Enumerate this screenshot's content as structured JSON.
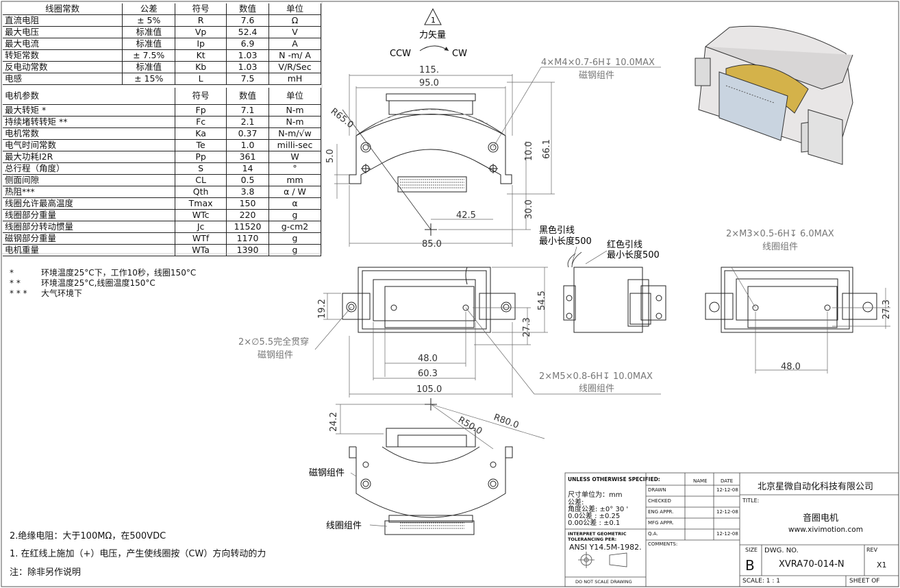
{
  "coil_constants": {
    "header": [
      "线圈常数",
      "公差",
      "符号",
      "数值",
      "单位"
    ],
    "rows": [
      [
        "直流电阻",
        "± 5%",
        "R",
        "7.6",
        "Ω"
      ],
      [
        "最大电压",
        "标准值",
        "Vp",
        "52.4",
        "V"
      ],
      [
        "最大电流",
        "标准值",
        "Ip",
        "6.9",
        "A"
      ],
      [
        "转矩常数",
        "± 7.5%",
        "Kt",
        "1.03",
        "N -m/ A"
      ],
      [
        "反电动常数",
        "标准值",
        "Kb",
        "1.03",
        "V/R/Sec"
      ],
      [
        "电感",
        "± 15%",
        "L",
        "7.5",
        "mH"
      ]
    ]
  },
  "motor_params": {
    "header": [
      "电机参数",
      "符号",
      "数值",
      "单位"
    ],
    "rows": [
      [
        "最大转矩 *",
        "Fp",
        "7.1",
        "N-m"
      ],
      [
        "持续堵转转矩 **",
        "Fc",
        "2.1",
        "N-m"
      ],
      [
        "电机常数",
        "Ka",
        "0.37",
        "N-m/√w"
      ],
      [
        "电气时间常数",
        "Te",
        "1.0",
        "milli-sec"
      ],
      [
        "最大功耗I2R",
        "Pp",
        "361",
        "W"
      ],
      [
        "总行程（角度）",
        "S",
        "14",
        "°"
      ],
      [
        "侧面间隙",
        "CL",
        "0.5",
        "mm"
      ],
      [
        "热阻***",
        "Qth",
        "3.8",
        "α / W"
      ],
      [
        "线圈允许最高温度",
        "Tmax",
        "150",
        "α"
      ],
      [
        "线圈部分重量",
        "WTc",
        "220",
        "g"
      ],
      [
        "线圈部分转动惯量",
        "Jc",
        "11520",
        "g-cm2"
      ],
      [
        "磁钢部分重量",
        "WTf",
        "1170",
        "g"
      ],
      [
        "电机重量",
        "WTa",
        "1390",
        "g"
      ]
    ]
  },
  "footnotes": [
    {
      "mark": "*",
      "text": "环境温度25°C下，工作10秒，线圈150°C"
    },
    {
      "mark": "* *",
      "text": "环境温度25°C,线圈温度150°C"
    },
    {
      "mark": "* * *",
      "text": "大气环境下"
    }
  ],
  "bottom_notes": [
    "2.绝缘电阻：大于100MΩ，在500VDC",
    "1. 在红线上施加（+）电压，产生使线圈按（CW）方向转动的力",
    "注：除非另作说明"
  ],
  "drawing": {
    "force_label": "力矢量",
    "triangle_num": "1",
    "ccw": "CCW",
    "cw": "CW",
    "d115": "115.",
    "d95": "95.0",
    "r65": "R65.0",
    "d5": "5.0",
    "d10": "10.0",
    "d66": "66.1",
    "d30": "30.0",
    "d42": "42.5",
    "d85": "85.0",
    "hole1": "4×M4×0.7-6H↧ 10.0MAX",
    "hole1_sub": "磁钢组件",
    "black_wire": "黑色引线",
    "black_len": "最小长度500",
    "red_wire": "红色引线",
    "red_len": "最小长度500",
    "hole2": "2×M3×0.5-6H↧ 6.0MAX",
    "hole2_sub": "线圈组件",
    "d192": "19.2",
    "d545": "54.5",
    "d273": "27.3",
    "d273b": "27.3",
    "d48": "48.0",
    "d603": "60.3",
    "d105": "105.0",
    "d48b": "48.0",
    "thru": "2×∅5.5完全贯穿",
    "thru_sub": "磁钢组件",
    "hole3": "2×M5×0.8-6H↧ 10.0MAX",
    "hole3_sub": "线圈组件",
    "d242": "24.2",
    "r50": "R50.0",
    "r80": "R80.0",
    "magnet_asm": "磁钢组件",
    "coil_asm": "线圈组件"
  },
  "title_block": {
    "unless": "UNLESS OTHERWISE SPECIFIED:",
    "units": "尺寸单位为：mm",
    "tol": "公差:",
    "ang": "角度公差: ±0° 30 '",
    "t1": "0.0公差 : ±0.25",
    "t2": "0.00公差 : ±0.1",
    "interp": "INTERPRET GEOMETRIC TOLERANCING PER:",
    "ansi": "ANSI Y14.5M-1982.",
    "noscale": "DO NOT SCALE DRAWING",
    "name_h": "NAME",
    "date_h": "DATE",
    "rows": [
      {
        "label": "DRAWN",
        "date": "12-12-08"
      },
      {
        "label": "CHECKED",
        "date": ""
      },
      {
        "label": "ENG APPR.",
        "date": "12-12-08"
      },
      {
        "label": "MFG APPR.",
        "date": ""
      },
      {
        "label": "Q.A.",
        "date": "12-12-08"
      }
    ],
    "comments": "COMMENTS:",
    "company": "北京星微自动化科技有限公司",
    "title_label": "TITLE:",
    "title": "音圈电机",
    "website": "www.xivimotion.com",
    "size_label": "SIZE",
    "size": "B",
    "dwg_label": "DWG.  NO.",
    "dwg": "XVRA70-014-N",
    "rev_label": "REV",
    "rev": "X1",
    "scale": "SCALE: 1 : 1",
    "sheet": "SHEET  OF"
  }
}
